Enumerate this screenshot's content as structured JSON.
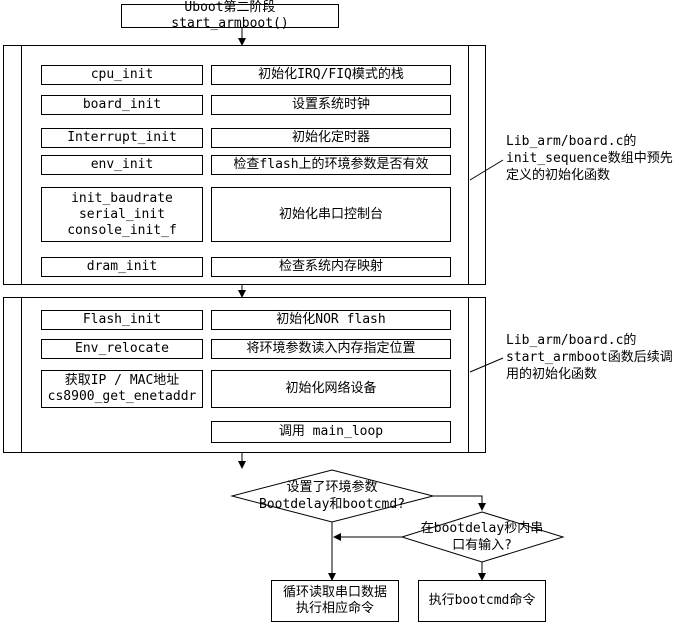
{
  "title": "Uboot第二阶段 start_armboot()",
  "section1": {
    "rows": [
      {
        "left": "cpu_init",
        "right": "初始化IRQ/FIQ模式的栈"
      },
      {
        "left": "board_init",
        "right": "设置系统时钟"
      },
      {
        "left": "Interrupt_init",
        "right": "初始化定时器"
      },
      {
        "left": "env_init",
        "right": "检查flash上的环境参数是否有效"
      },
      {
        "left": "init_baudrate\nserial_init\nconsole_init_f",
        "right": "初始化串口控制台"
      },
      {
        "left": "dram_init",
        "right": "检查系统内存映射"
      }
    ],
    "note": "Lib_arm/board.c的\ninit_sequence数组中预先\n定义的初始化函数"
  },
  "section2": {
    "rows": [
      {
        "left": "Flash_init",
        "right": "初始化NOR flash"
      },
      {
        "left": "Env_relocate",
        "right": "将环境参数读入内存指定位置"
      },
      {
        "left": "获取IP / MAC地址\ncs8900_get_enetaddr",
        "right": "初始化网络设备"
      }
    ],
    "main_loop": "调用 main_loop",
    "note": "Lib_arm/board.c的\nstart_armboot函数后续调\n用的初始化函数"
  },
  "decision1": "设置了环境参数\nBootdelay和bootcmd?",
  "decision2": "在bootdelay秒内串\n口有输入?",
  "result_left": "循环读取串口数据\n执行相应命令",
  "result_right": "执行bootcmd命令"
}
